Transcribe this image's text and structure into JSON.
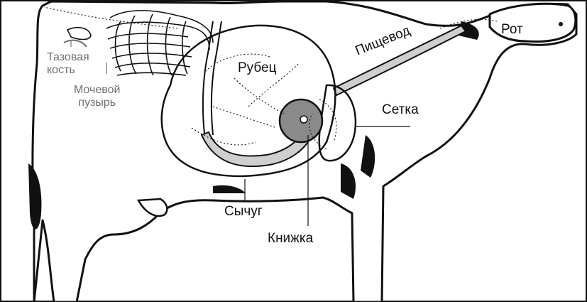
{
  "labels": {
    "mouth": "Рот",
    "esophagus": "Пищевод",
    "rumen": "Рубец",
    "reticulum": "Сетка",
    "abomasum": "Сычуг",
    "omasum": "Книжка",
    "pelvic_bone": "Тазовая\nкость",
    "bladder": "Мочевой\nпузырь"
  },
  "colors": {
    "outline": "#111111",
    "tract_fill": "#cfcfcf",
    "omasum_fill": "#8a8a8a",
    "grey_label": "#6f6f6f"
  }
}
